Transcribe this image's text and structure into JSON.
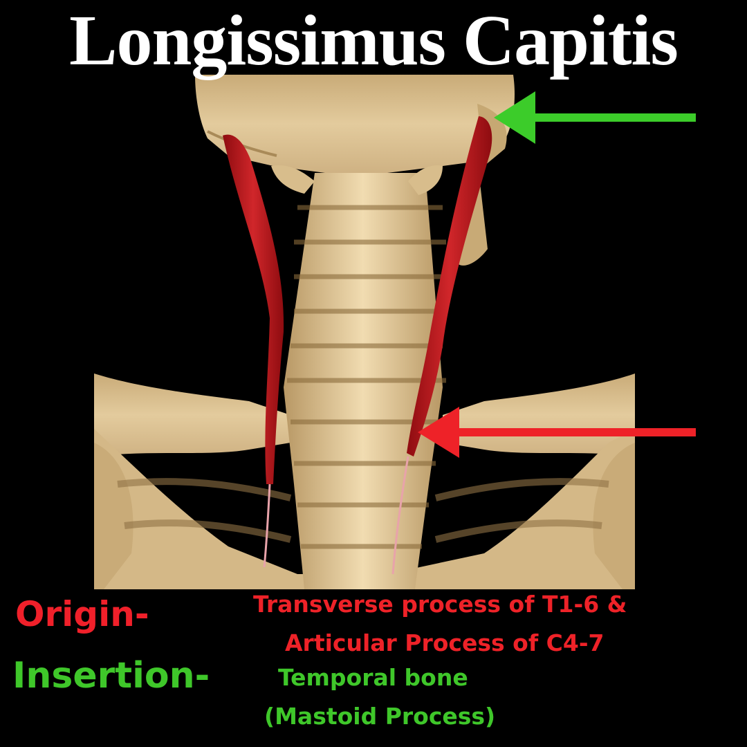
{
  "title": "Longissimus Capitis",
  "origin": {
    "label": "Origin-",
    "line1": "Transverse process of T1-6 &",
    "line2": "Articular Process of C4-7",
    "color": "#ee2228"
  },
  "insertion": {
    "label": "Insertion-",
    "line1": "Temporal bone",
    "line2": "(Mastoid Process)",
    "color": "#3fc72a"
  },
  "colors": {
    "background": "#000000",
    "bone": "#d9bf8e",
    "muscle": "#c4161c",
    "insertion_arrow": "#3ccc2a",
    "origin_arrow": "#ee2228"
  },
  "icons": {
    "insertion_arrow": "arrow-left-icon",
    "origin_arrow": "arrow-left-icon"
  }
}
